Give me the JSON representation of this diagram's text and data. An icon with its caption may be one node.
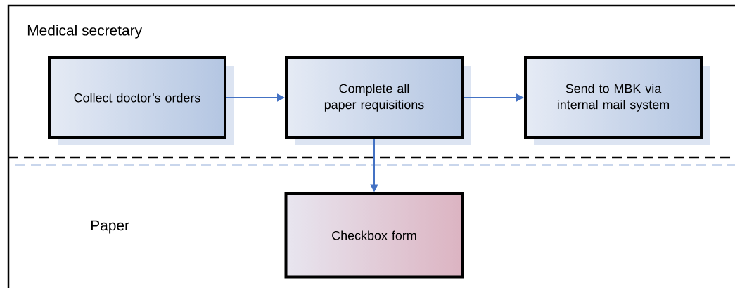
{
  "diagram": {
    "nodes": [
      {
        "text": [
          "Collect doctor’s orders"
        ]
      },
      {
        "text": [
          "Complete all paper requisitions"
        ]
      },
      {
        "text": [
          "Send to MBK via internal mail system"
        ]
      },
      {
        "text": [
          "Checkbox form"
        ]
      }
    ],
    "edges": [
      {
        "from": 0,
        "to": 1,
        "arrow": "to"
      },
      {
        "from": 1,
        "to": 2,
        "arrow": "to"
      },
      {
        "from": 1,
        "to": 3,
        "arrow": "to"
      }
    ],
    "labels": [
      "Medical secretary",
      "Paper"
    ]
  }
}
